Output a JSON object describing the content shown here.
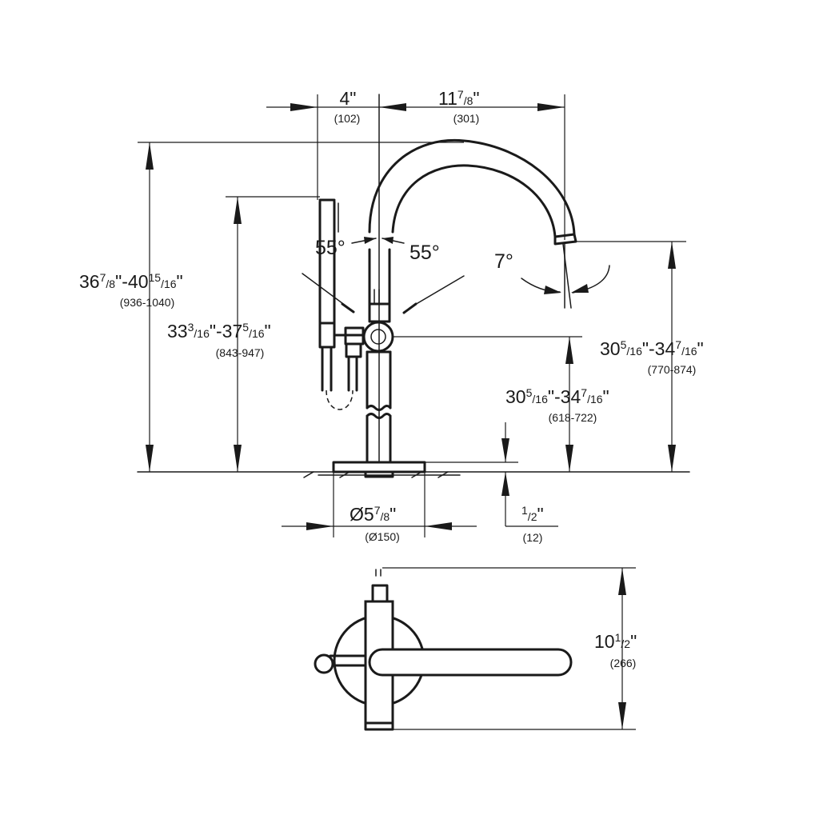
{
  "dimensions": {
    "spread_4": {
      "main": "4\"",
      "metric": "(102)"
    },
    "spread_11": {
      "whole": "11",
      "frac_num": "7",
      "frac_den": "8",
      "tail": "\"",
      "metric": "(301)"
    },
    "total_height": {
      "whole1": "36",
      "num1": "7",
      "den1": "8",
      "mid": "\"-40",
      "num2": "15",
      "den2": "16",
      "tail": "\"",
      "metric": "(936-1040)"
    },
    "handle_height": {
      "whole1": "33",
      "num1": "3",
      "den1": "16",
      "mid": "\"-37",
      "num2": "5",
      "den2": "16",
      "tail": "\"",
      "metric": "(843-947)"
    },
    "spout_height": {
      "whole1": "30",
      "num1": "5",
      "den1": "16",
      "mid": "\"-34",
      "num2": "7",
      "den2": "16",
      "tail": "\"",
      "metric": "(770-874)"
    },
    "outlet_height": {
      "whole1": "30",
      "num1": "5",
      "den1": "16",
      "mid": "\"-34",
      "num2": "7",
      "den2": "16",
      "tail": "\"",
      "metric": "(618-722)"
    },
    "base_diameter": {
      "whole": "Ø5",
      "frac_num": "7",
      "frac_den": "8",
      "tail": "\"",
      "metric": "(Ø150)"
    },
    "floor_thickness": {
      "frac_num": "1",
      "frac_den": "2",
      "tail": "\"",
      "metric": "(12)"
    },
    "plan_depth": {
      "whole": "10",
      "frac_num": "1",
      "frac_den": "2",
      "tail": "\"",
      "metric": "(266)"
    }
  },
  "angles": {
    "left": "55°",
    "right": "55°",
    "spout": "7°"
  }
}
